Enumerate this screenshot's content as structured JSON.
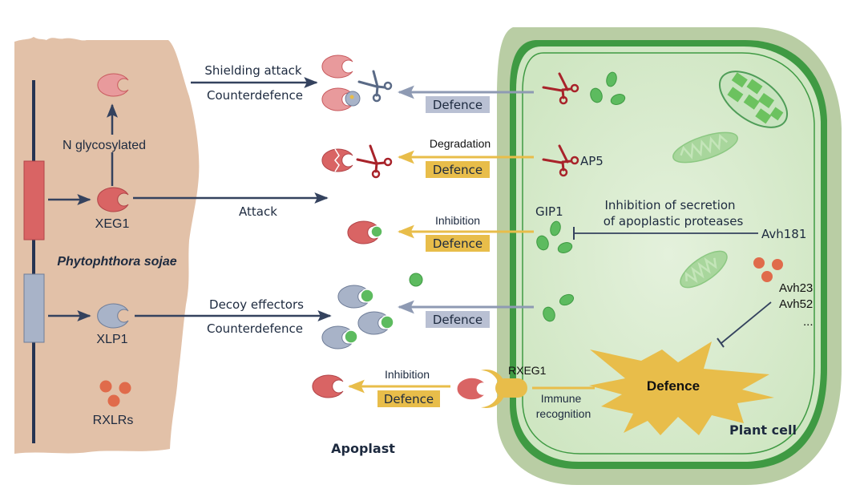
{
  "colors": {
    "pathogen_body": "#e2c1a8",
    "navy": "#34425e",
    "xeg1_red": "#d96464",
    "xeg1_glyco": "#e89a9c",
    "xlp1_grey": "#a8b3c8",
    "gip1_green": "#5dbb5f",
    "rxlr_orange": "#e06b4b",
    "defence_yellow": "#e8bd4a",
    "defence_grey": "#b9c0d3",
    "scissors_red": "#a8232a",
    "scissors_grey": "#5a6a86",
    "cell_wall": "#b9cda4",
    "membrane": "#3f9a43",
    "cytoplasm": "#d4e9c8"
  },
  "pathogen": {
    "name": "Phytophthora sojae",
    "gene1_product": "XEG1",
    "modification_label": "N glycosylated",
    "gene2_product": "XLP1",
    "effectors_label": "RXLRs"
  },
  "apoplast": {
    "label": "Apoplast",
    "shielding_attack_label": "Shielding attack",
    "counterdefence_label_1": "Counterdefence",
    "attack_label": "Attack",
    "decoy_label": "Decoy effectors",
    "counterdefence_label_2": "Counterdefence",
    "degradation_label": "Degradation",
    "inhibition_label_1": "Inhibition",
    "inhibition_label_2": "Inhibition",
    "defence_tags": [
      "Defence",
      "Defence",
      "Defence",
      "Defence",
      "Defence"
    ]
  },
  "plant_cell": {
    "label": "Plant cell",
    "protease_label": "AP5",
    "inhibitor_label": "GIP1",
    "secretion_inhibition_line1": "Inhibition of secretion",
    "secretion_inhibition_line2": "of apoplastic proteases",
    "effector_avh181": "Avh181",
    "effector_avh23": "Avh23",
    "effector_avh52": "Avh52",
    "effector_more": "...",
    "receptor_label": "RXEG1",
    "immune_line1": "Immune",
    "immune_line2": "recognition",
    "defence_burst_label": "Defence"
  }
}
